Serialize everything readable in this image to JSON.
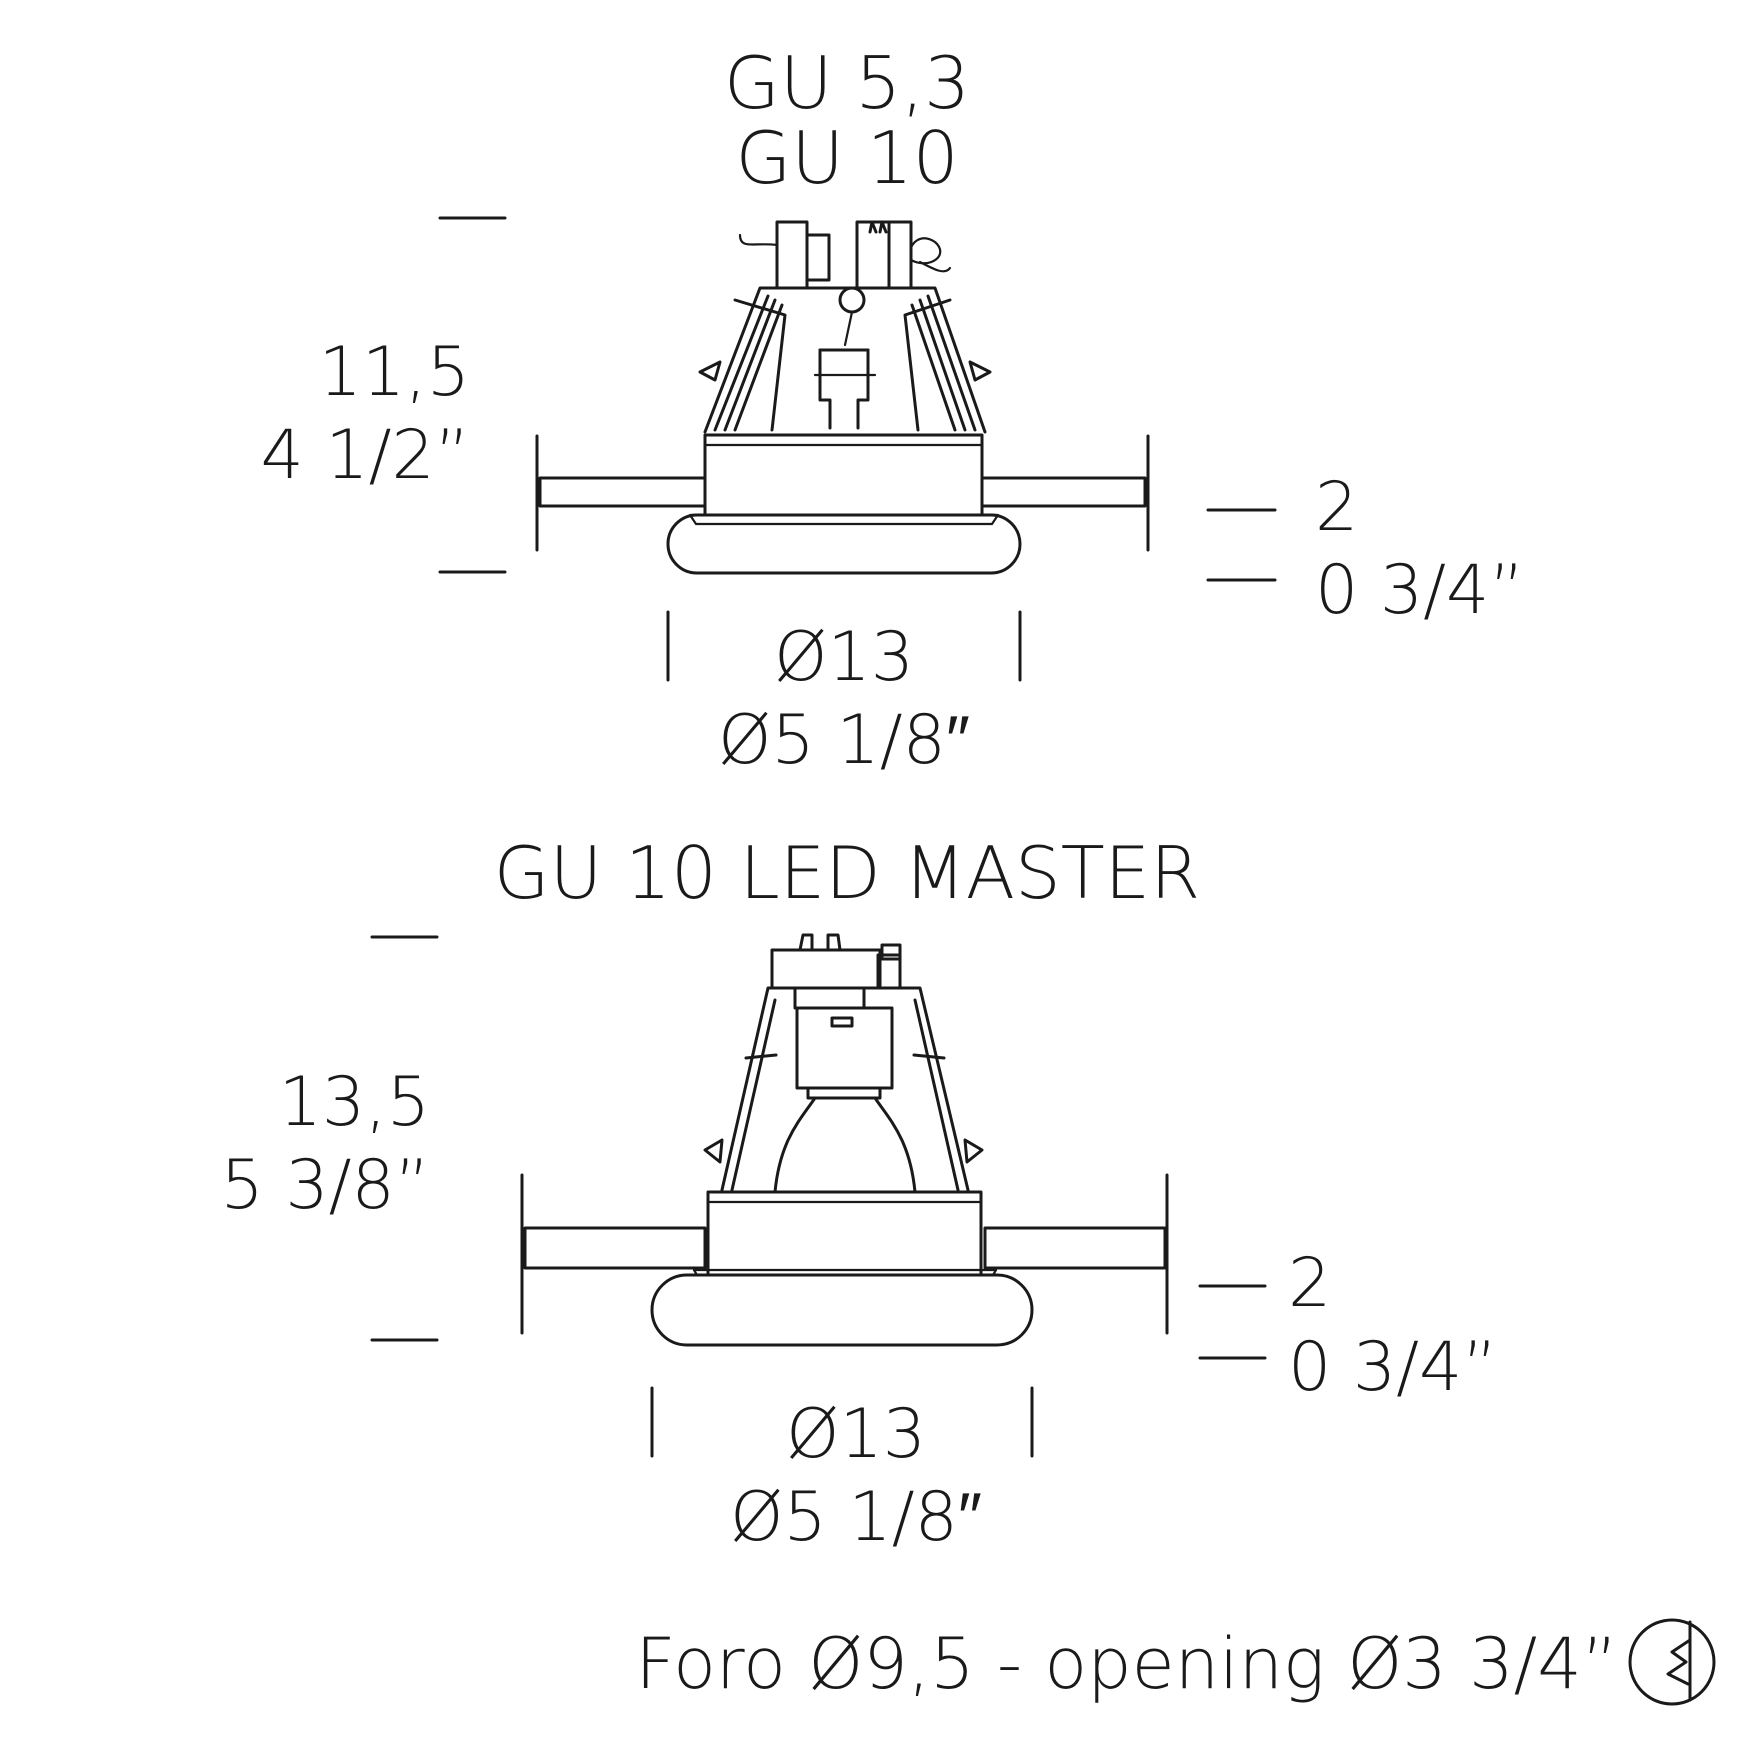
{
  "variant_a": {
    "label_line1": "GU 5,3",
    "label_line2": "GU 10",
    "height_cm": "11,5",
    "height_in": "4 1/2”",
    "flange_cm": "2",
    "flange_in": "0 3/4”",
    "diameter_cm": "Ø13",
    "diameter_in": "Ø5 1/8″"
  },
  "variant_b": {
    "label": "GU 10 LED MASTER",
    "height_cm": "13,5",
    "height_in": "5 3/8”",
    "flange_cm": "2",
    "flange_in": "0 3/4”",
    "diameter_cm": "Ø13",
    "diameter_in": "Ø5 1/8″"
  },
  "footer": {
    "opening_text": "Foro Ø9,5 - opening Ø3 3/4”",
    "opening_icon": "cut-circle-icon"
  }
}
